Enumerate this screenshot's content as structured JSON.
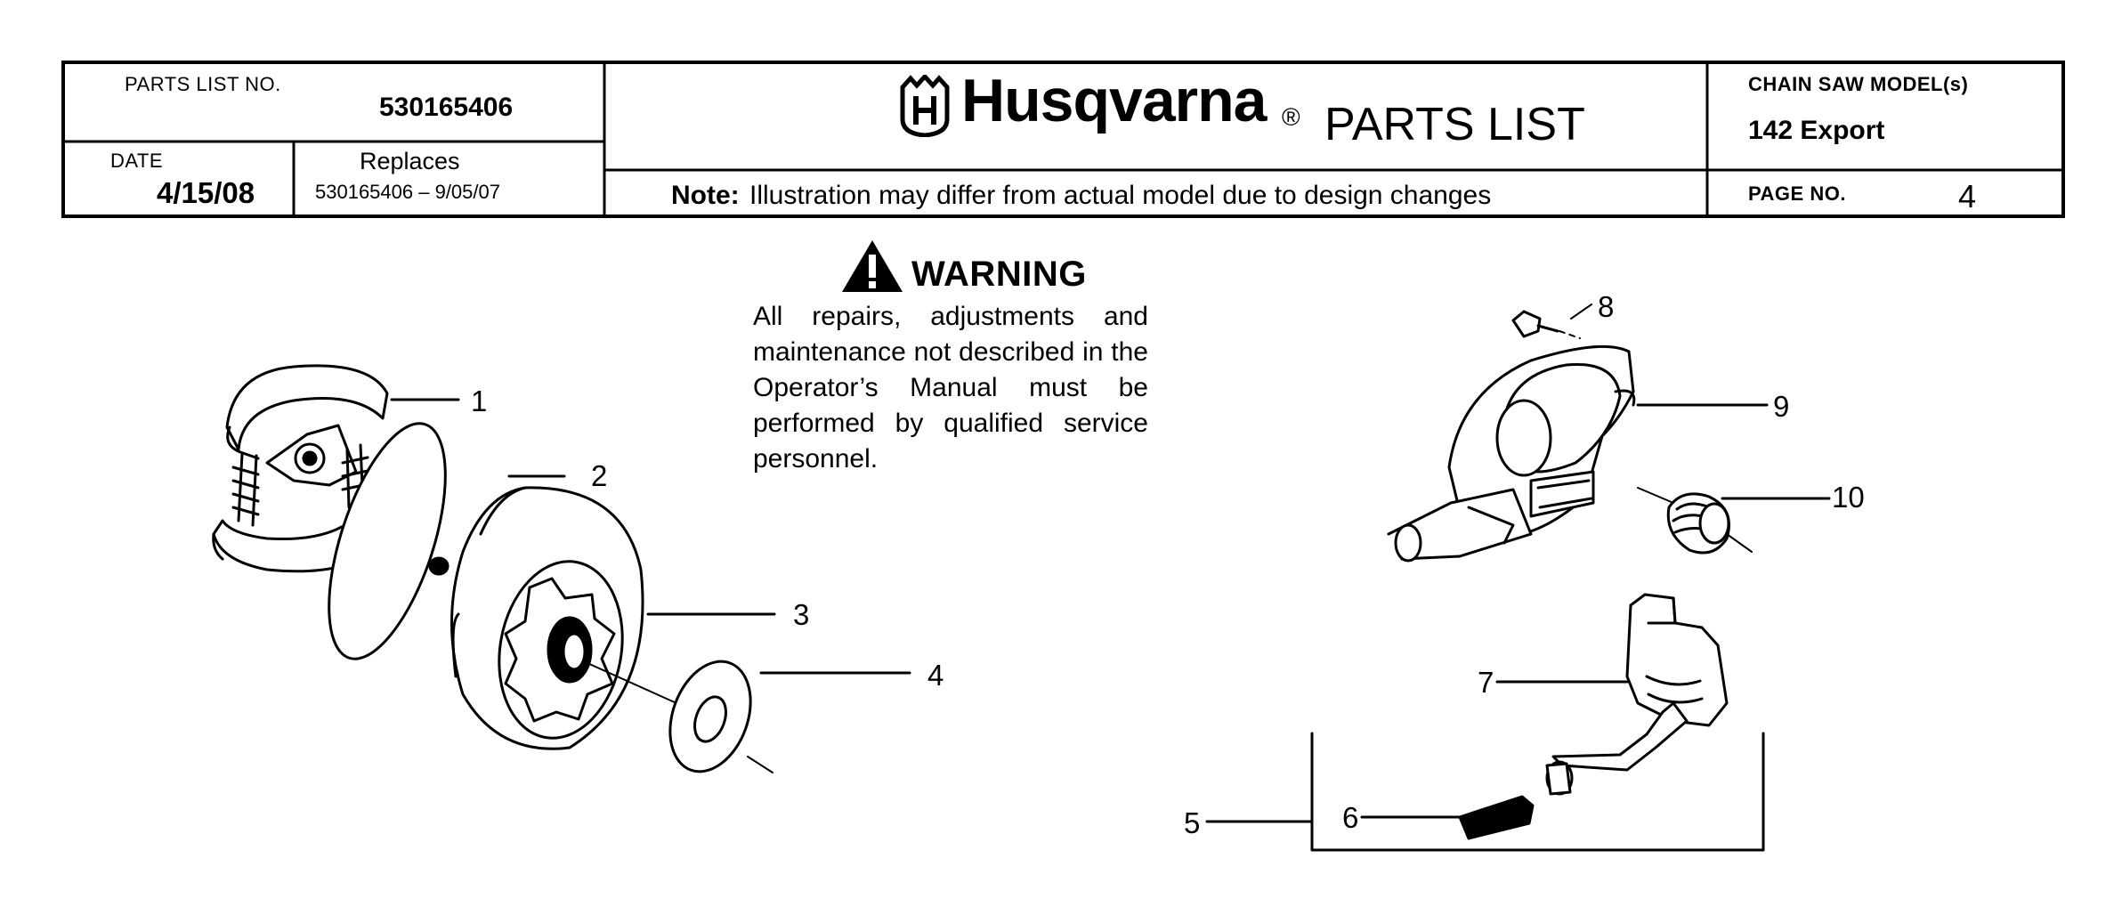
{
  "header": {
    "parts_list_no_label": "PARTS LIST NO.",
    "parts_list_no": "530165406",
    "date_label": "DATE",
    "date": "4/15/08",
    "replaces_label": "Replaces",
    "replaces": "530165406 – 9/05/07",
    "brand": "Husqvarna",
    "registered_mark": "®",
    "title": "PARTS LIST",
    "note_label": "Note:",
    "note_text": "Illustration may differ from actual model due to design changes",
    "model_label": "CHAIN SAW MODEL(s)",
    "model": "142 Export",
    "page_label": "PAGE  NO.",
    "page_number": "4"
  },
  "warning": {
    "title": "WARNING",
    "body": "All repairs, adjustments and maintenance not described in the Operator’s Manual must be performed by qualified service personnel."
  },
  "callouts": [
    "1",
    "2",
    "3",
    "4",
    "5",
    "6",
    "7",
    "8",
    "9",
    "10"
  ],
  "colors": {
    "ink": "#000000",
    "paper": "#ffffff",
    "shade": "#cfcfcf"
  }
}
